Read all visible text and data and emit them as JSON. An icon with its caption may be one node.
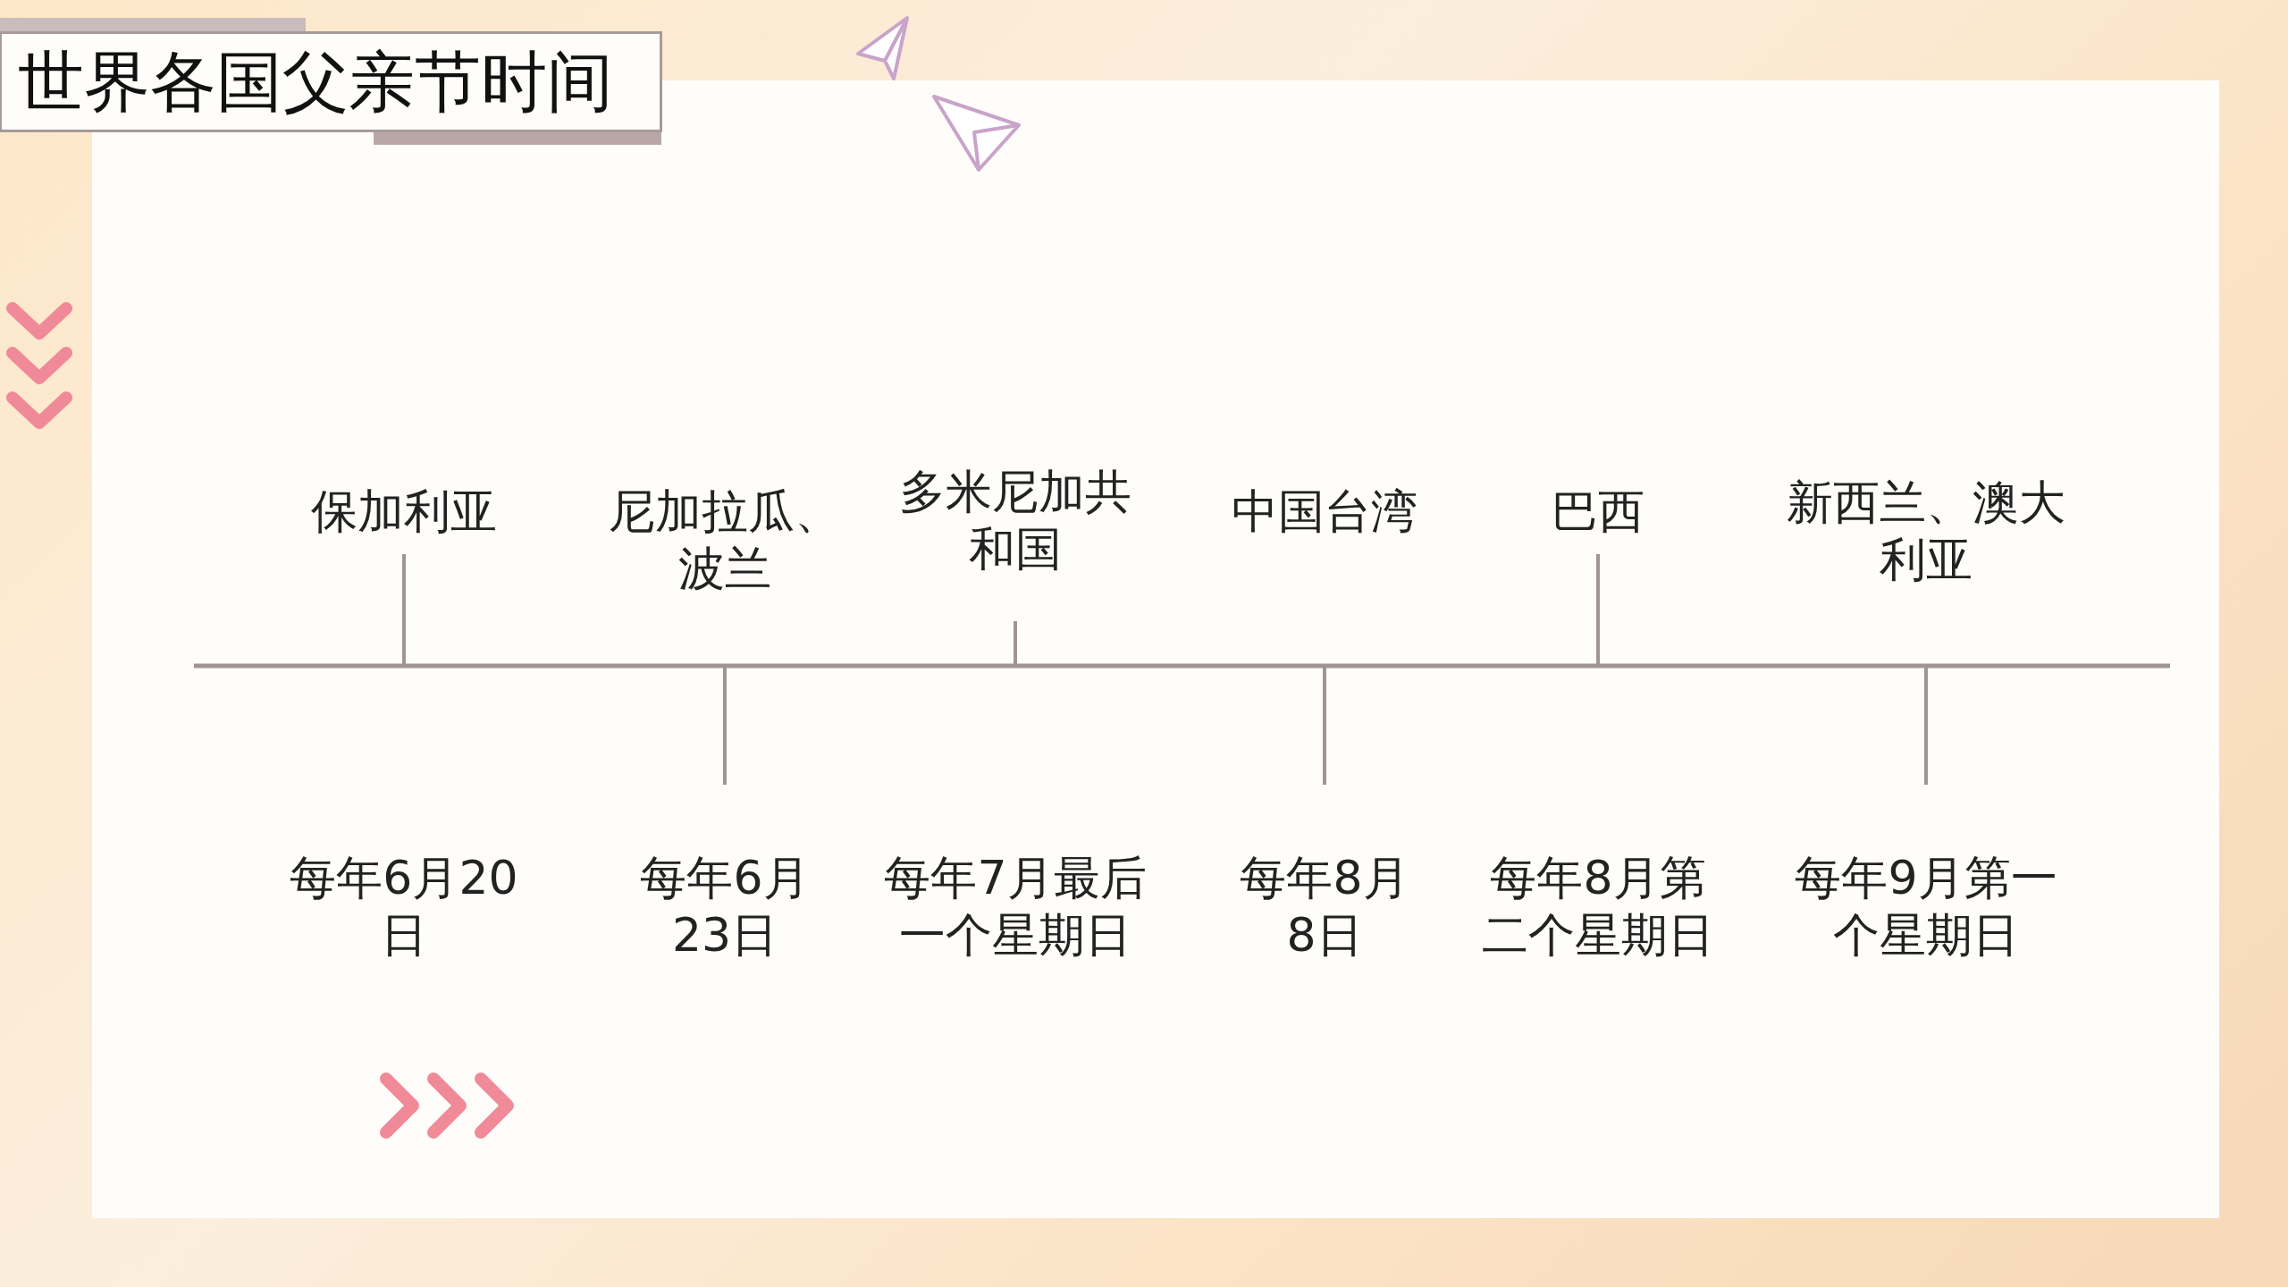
{
  "diagram": {
    "title": "世界各国父亲节时间",
    "labels": [
      "保加利亚",
      "尼加拉瓜、波兰",
      "多米尼加共和国",
      "中国台湾",
      "巴西",
      "新西兰、澳大利亚",
      "每年6月20日",
      "每年6月23日",
      "每年7月最后一个星期日",
      "每年8月8日",
      "每年8月第二个星期日",
      "每年9月第一个星期日"
    ]
  }
}
